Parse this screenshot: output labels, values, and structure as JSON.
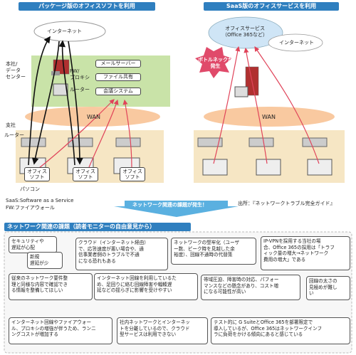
{
  "left_panel": {
    "header": "パッケージ版のオフィスソフトを利用",
    "internet": "インターネット",
    "hq_label": "本社/\nデータ\nセンター",
    "fw_label": "FW/\nプロキシ",
    "router_label": "ルーター",
    "servers": [
      "メールサーバー",
      "ファイル共有",
      "会議システム"
    ],
    "wan": "WAN",
    "branch_label": "支社",
    "branch_router_label": "ルーター",
    "office_soft": "オフィス\nソフト",
    "pc_label": "パソコン"
  },
  "right_panel": {
    "header": "SaaS版のオフィスサービスを利用",
    "cloud_service": "オフィスサービス\n（Office 365など）",
    "internet": "インターネット",
    "bottleneck": "ボトルネックが\n発生",
    "wan": "WAN"
  },
  "footnotes": {
    "saas": "SaaS:Software as a Service",
    "fw": "FW:ファイアウォール",
    "source": "出所：『ネットワークトラブル完全ガイド』"
  },
  "issue_arrow": "ネットワーク関連の課題が発生！",
  "issues_header": "ネットワーク関連の課題（読者モニターの自由意見から）",
  "issues": [
    "セキュリティや\n遅延が心配",
    "新規\n遅延が少",
    "クラウド（インターネット経由）\nで、応答速度が悪い場合や、通\n信事業者側のトラブルで不通\nになる恐れもある",
    "ネットワークの堅牢化（ユーザ\nー数、ピーク時を見越した余\n裕度）、回線不通時の代替策",
    "IP-VPNを採用する当社の場\n合、Office 365の採用は「トラフ\nィック量の増大→ネットワーク\n費用の増大」である",
    "従来のネットワーク要件整\n理と同様な内容で確認でき\nる情報を整備してほしい",
    "インターネット回線を利用しているた\nめ、足回りに絡む回線障害や輻輳遅\n延などの揺らぎに影響を受けやすい",
    "帯域圧迫、障害時の対応、パフォー\nマンスなどの懸念があり、コスト増\nになる可能性が高い",
    "回線の太さの\n見極めが難し\nい",
    "インターネット回線やファイアウォー\nル、プロキシの増強が伴うため、ランニ\nングコストが増加する",
    "社内ネットワークとインターネッ\nトを分離しているので、クラウド\n型サービスは利用できない",
    "テスト的に G SuiteとOffice 365を部署限定で\n導入しているが、Office 365はネットワークインフ\nラに負荷をかける傾向にあると感じている"
  ]
}
